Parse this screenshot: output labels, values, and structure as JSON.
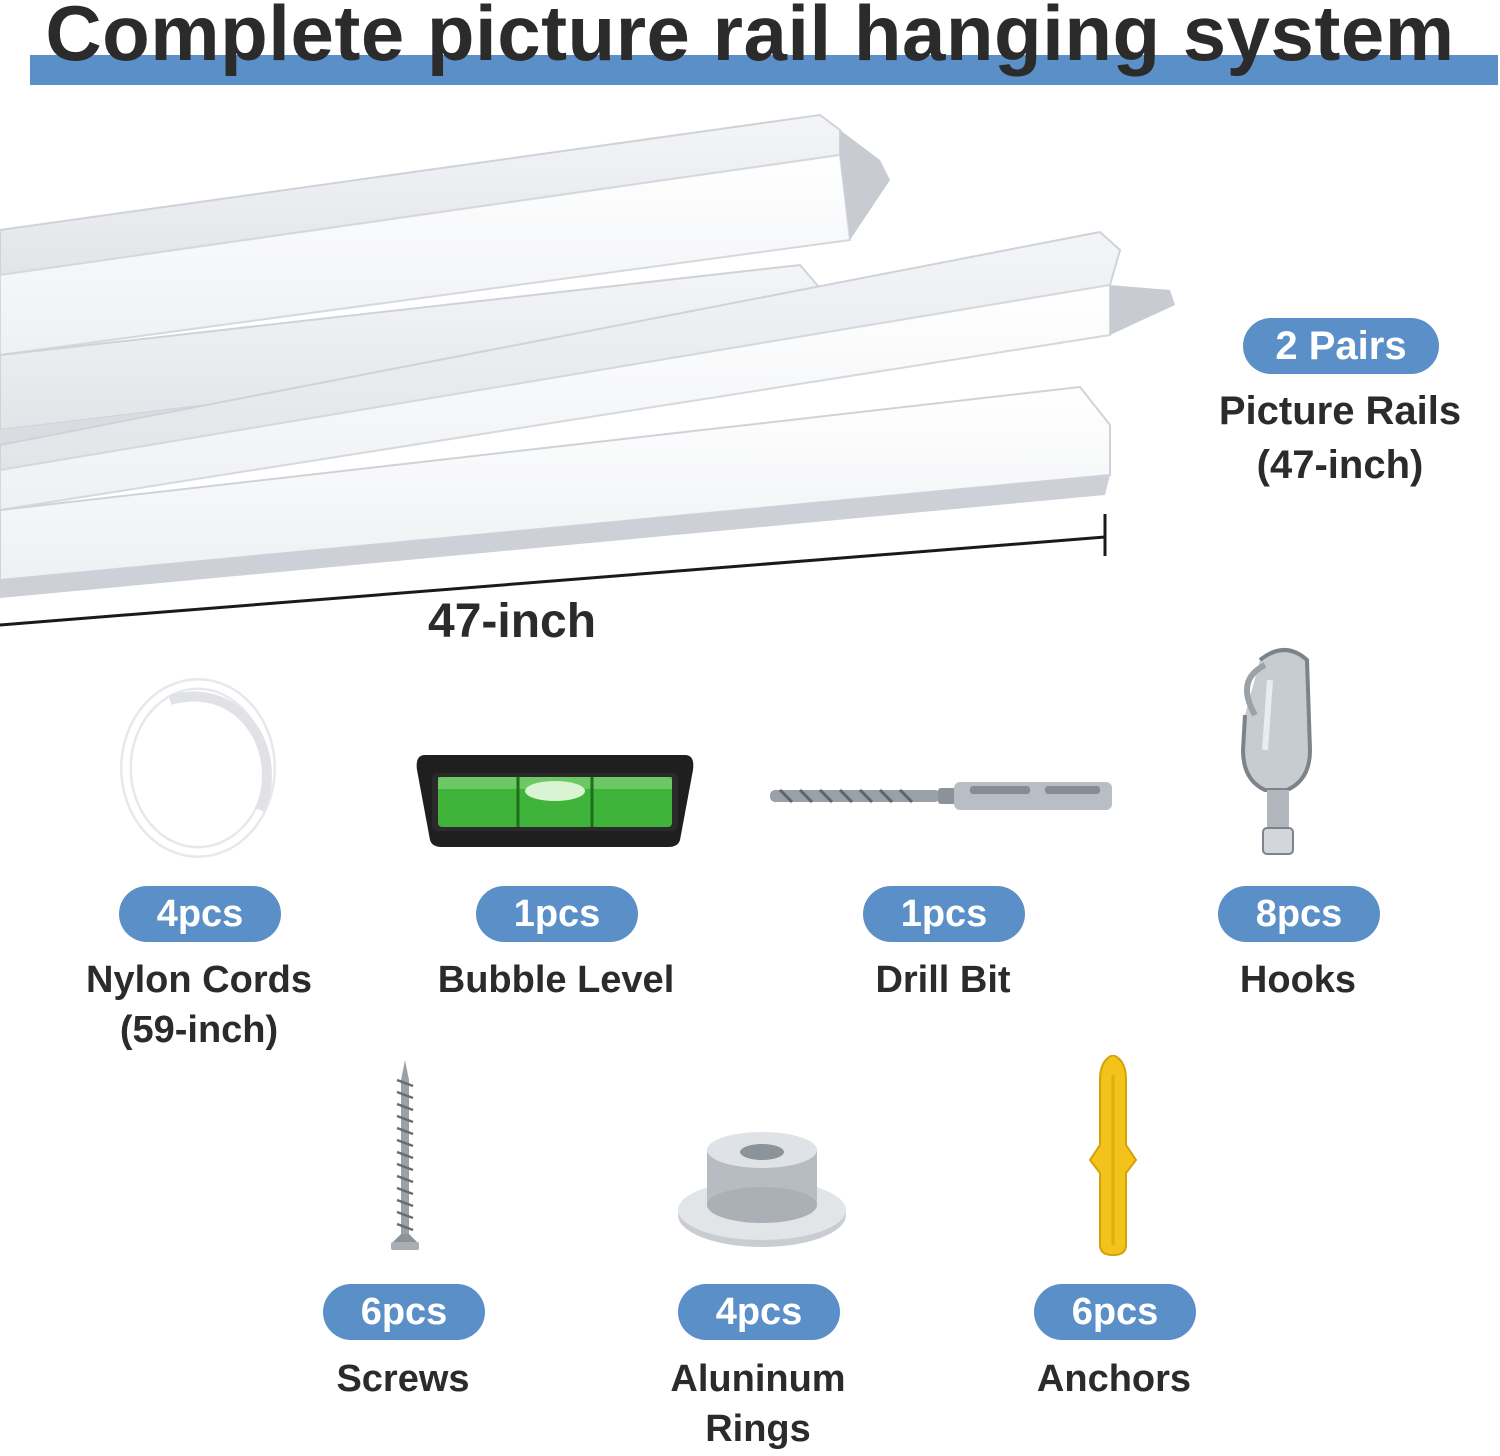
{
  "title": "Complete picture rail hanging system",
  "rails": {
    "count_badge": "2 Pairs",
    "label_line1": "Picture Rails",
    "label_line2": "(47-inch)",
    "length": "47-inch"
  },
  "items": [
    {
      "count": "4pcs",
      "name_line1": "Nylon Cords",
      "name_line2": "(59-inch)",
      "icon": "nylon-cord-icon"
    },
    {
      "count": "1pcs",
      "name_line1": "Bubble Level",
      "name_line2": "",
      "icon": "bubble-level-icon"
    },
    {
      "count": "1pcs",
      "name_line1": "Drill Bit",
      "name_line2": "",
      "icon": "drill-bit-icon"
    },
    {
      "count": "8pcs",
      "name_line1": "Hooks",
      "name_line2": "",
      "icon": "hook-icon"
    },
    {
      "count": "6pcs",
      "name_line1": "Screws",
      "name_line2": "",
      "icon": "screw-icon"
    },
    {
      "count": "4pcs",
      "name_line1": "Aluninum",
      "name_line2": "Rings",
      "icon": "aluminum-ring-icon"
    },
    {
      "count": "6pcs",
      "name_line1": "Anchors",
      "name_line2": "",
      "icon": "anchor-icon"
    }
  ],
  "colors": {
    "accent": "#5b8fc7",
    "text": "#2b2b2b",
    "anchor": "#f3c21b",
    "level": "#3fb33a"
  }
}
